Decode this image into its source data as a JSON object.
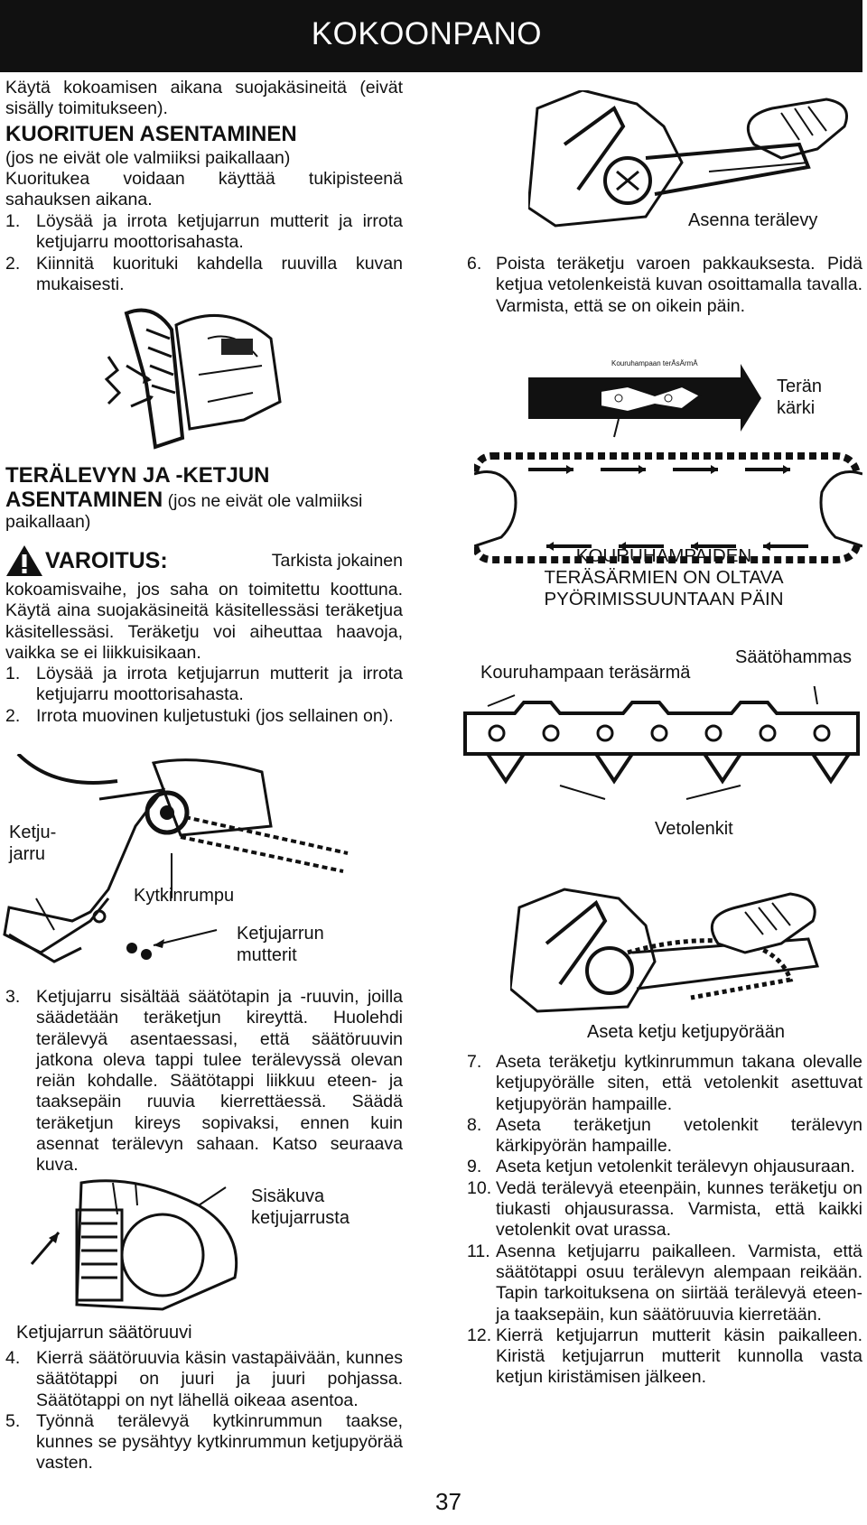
{
  "header": {
    "title": "KOKOONPANO"
  },
  "left": {
    "intro": "Käytä kokoamisen aikana suojakäsineitä (eivät sisälly toimitukseen).",
    "guard_heading": "KUORITUEN ASENTAMINEN",
    "guard_sub": "(jos ne eivät ole valmiiksi paikallaan)",
    "guard_text": "Kuoritukea voidaan käyttää tukipisteenä sahauksen aikana.",
    "guard_steps": [
      {
        "n": "1.",
        "text": "Löysää ja irrota ketjujarrun mutterit ja irrota ketjujarru moottorisahasta."
      },
      {
        "n": "2.",
        "text": "Kiinnitä kuorituki kahdella ruuvilla kuvan mukaisesti."
      }
    ],
    "bar_heading_1": "TERÄLEVYN JA -KETJUN",
    "bar_heading_2": "ASENTAMINEN",
    "bar_heading_sub": " (jos ne eivät ole valmiiksi paikallaan)",
    "warning_label": "VAROITUS:",
    "warning_text_first": "Tarkista jokainen",
    "warning_text": "kokoamisvaihe, jos saha on toimitettu koottuna. Käytä aina suojakäsineitä käsitellessäsi teräketjua käsitellessäsi. Teräketju voi aiheuttaa haavoja, vaikka se ei liikkuisikaan.",
    "bar_steps": [
      {
        "n": "1.",
        "text": "Löysää ja irrota ketjujarrun mutterit ja irrota ketjujarru moottorisahasta."
      },
      {
        "n": "2.",
        "text": "Irrota muovinen kuljetustuki (jos sellainen on)."
      }
    ],
    "fig_brake": {
      "ketjujarru": "Ketju-\njarru",
      "kytkinrumpu": "Kytkinrumpu",
      "mutterit": "Ketjujarrun\nmutterit"
    },
    "steps_3": [
      {
        "n": "3.",
        "text": "Ketjujarru sisältää säätötapin ja -ruuvin, joilla säädetään teräketjun kireyttä. Huolehdi terälevyä asentaessasi, että säätöruuvin jatkona oleva tappi tulee terälevyssä olevan reiän kohdalle. Säätötappi liikkuu eteen- ja taaksepäin ruuvia kierrettäessä. Säädä teräketjun kireys sopivaksi, ennen kuin asennat terälevyn sahaan. Katso seuraava kuva."
      }
    ],
    "fig_inner": {
      "sisakuva": "Sisäkuva\nketjujarrusta",
      "saatoruuvi": "Ketjujarrun säätöruuvi"
    },
    "steps_4": [
      {
        "n": "4.",
        "text": "Kierrä säätöruuvia käsin vastapäivään, kunnes säätötappi on juuri ja juuri pohjassa. Säätötappi on nyt lähellä oikeaa asentoa."
      },
      {
        "n": "5.",
        "text": "Työnnä terälevyä kytkinrummun taakse, kunnes se pysähtyy kytkinrummun ketjupyörää vasten."
      }
    ]
  },
  "right": {
    "fig_install_caption": "Asenna terälevy",
    "step6": {
      "n": "6.",
      "text": "Poista teräketju varoen pakkauksesta. Pidä ketjua vetolenkeistä kuvan osoittamalla tavalla. Varmista, että se on oikein päin."
    },
    "fig_dir": {
      "top": "Kouruhampaan terÄsÄrmÄ",
      "bottom": "Vetolenkit",
      "tip": "Terän\nkärki"
    },
    "chain_note": "KOURUHAMPAIDEN\nTERÄSÄRMIEN ON OLTAVA\nPYÖRIMISSUUNTAAN PÄIN",
    "fig_chain": {
      "kouru": "Kouruhampaan teräsärmä",
      "saato": "Säätöhammas",
      "veto": "Vetolenkit"
    },
    "fig_sprocket_caption": "Aseta ketju ketjupyörään",
    "steps": [
      {
        "n": "7.",
        "text": "Aseta teräketju kytkinrummun takana olevalle ketjupyörälle siten, että vetolenkit asettuvat ketjupyörän hampaille."
      },
      {
        "n": "8.",
        "text": "Aseta teräketjun vetolenkit terälevyn kärkipyörän hampaille."
      },
      {
        "n": "9.",
        "text": "Aseta ketjun vetolenkit terälevyn ohjausuraan."
      },
      {
        "n": "10.",
        "text": "Vedä terälevyä eteenpäin, kunnes teräketju on tiukasti ohjausurassa. Varmista, että kaikki vetolenkit ovat urassa."
      },
      {
        "n": "11.",
        "text": "Asenna ketjujarru paikalleen. Varmista, että säätötappi osuu terälevyn alempaan reikään. Tapin tarkoituksena on siirtää terälevyä eteen- ja taaksepäin, kun säätöruuvia kierretään."
      },
      {
        "n": "12.",
        "text": "Kierrä ketjujarrun mutterit käsin paikalleen. Kiristä ketjujarrun mutterit kunnolla vasta ketjun kiristämisen jälkeen."
      }
    ]
  },
  "footer": {
    "page_number": "37"
  }
}
